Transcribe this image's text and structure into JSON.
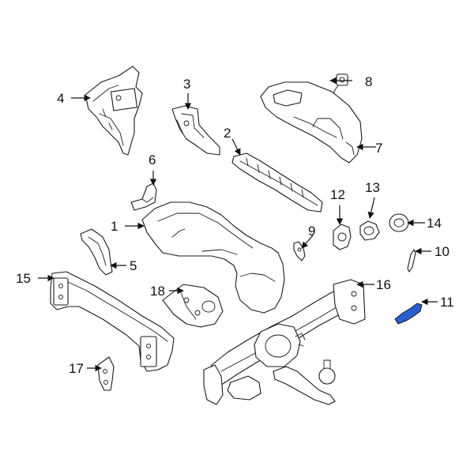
{
  "diagram": {
    "highlight_color": "#2a5fd0",
    "line_color": "#1a1a1a",
    "background": "#ffffff",
    "callouts": {
      "c1": "1",
      "c2": "2",
      "c3": "3",
      "c4": "4",
      "c5": "5",
      "c6": "6",
      "c7": "7",
      "c8": "8",
      "c9": "9",
      "c10": "10",
      "c11": "11",
      "c12": "12",
      "c13": "13",
      "c14": "14",
      "c15": "15",
      "c16": "16",
      "c17": "17",
      "c18": "18"
    }
  }
}
